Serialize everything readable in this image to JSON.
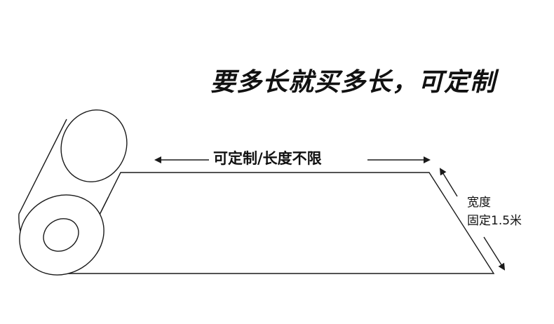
{
  "headline": "要多长就买多长，可定制",
  "length_note": "可定制/长度不限",
  "width_note": {
    "line1": "宽度",
    "line2": "固定1.5米"
  },
  "colors": {
    "stroke": "#1a1a1a",
    "background": "#ffffff"
  }
}
